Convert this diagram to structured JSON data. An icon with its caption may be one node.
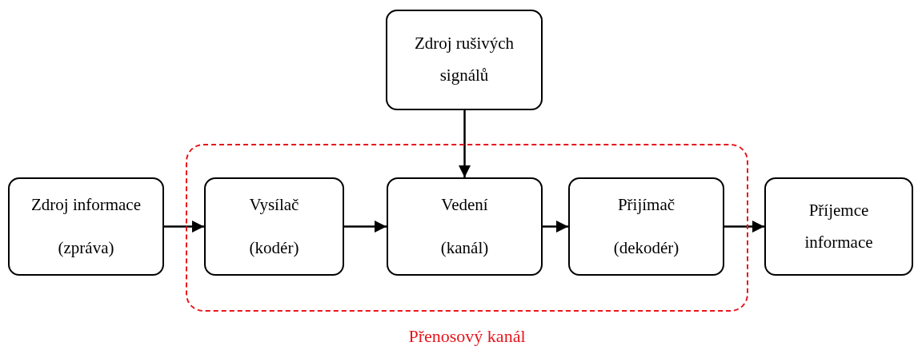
{
  "diagram": {
    "nodes": [
      {
        "text": [
          "Zdroj rušivých signálů"
        ]
      },
      {
        "text": [
          "Zdroj informace",
          "(zpráva)"
        ]
      },
      {
        "text": [
          "Přenosový kanál"
        ]
      },
      {
        "text": [
          "Vysílač",
          "(kodér)"
        ],
        "in": 2
      },
      {
        "text": [
          "Vedení",
          "(kanál)"
        ],
        "in": 2
      },
      {
        "text": [
          "Přijímač",
          "(dekodér)"
        ],
        "in": 2
      },
      {
        "text": [
          "Příjemce informace"
        ]
      }
    ],
    "edges": [
      {
        "from": 1,
        "to": 3,
        "arrow": "to"
      },
      {
        "from": 3,
        "to": 4,
        "arrow": "to"
      },
      {
        "from": 4,
        "to": 5,
        "arrow": "to"
      },
      {
        "from": 5,
        "to": 6,
        "arrow": "to"
      },
      {
        "from": 0,
        "to": 4,
        "arrow": "to"
      }
    ]
  }
}
